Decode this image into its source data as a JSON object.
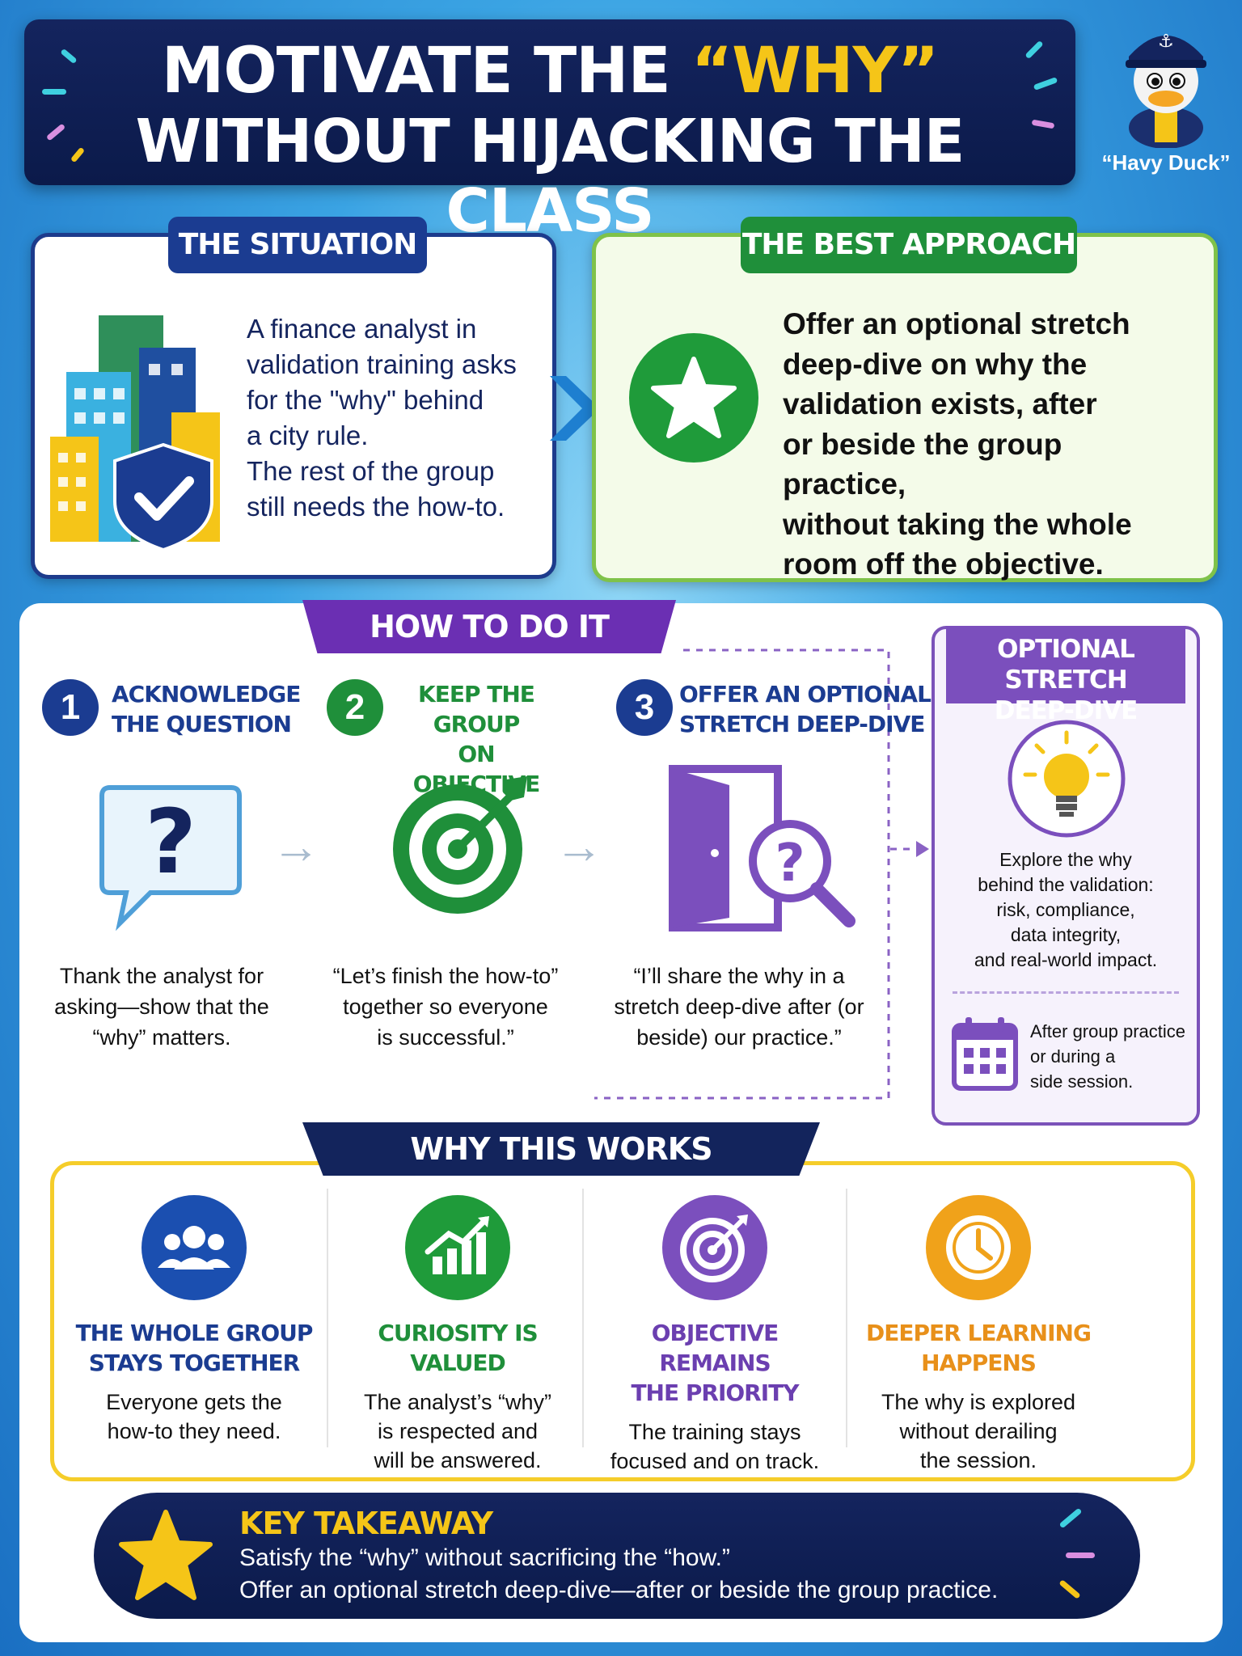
{
  "header": {
    "title_part1": "MOTIVATE THE ",
    "title_highlight": "“WHY”",
    "title_line2": "WITHOUT HIJACKING THE CLASS"
  },
  "mascot": {
    "name": "“Havy Duck”"
  },
  "situation": {
    "tab": "THE SITUATION",
    "lines": [
      "A finance analyst in",
      "validation training asks",
      "for the \"why\" behind",
      "a city rule.",
      "The rest of the group",
      "still needs the how-to."
    ]
  },
  "approach": {
    "tab": "THE BEST APPROACH",
    "lines": [
      "Offer an optional stretch",
      "deep-dive on why the",
      "validation exists, after",
      "or beside the group practice,",
      "without taking the whole",
      "room off the objective."
    ]
  },
  "how": {
    "ribbon": "HOW TO DO IT",
    "steps": [
      {
        "num": "1",
        "title1": "ACKNOWLEDGE",
        "title2": "THE QUESTION",
        "desc1": "Thank the analyst for",
        "desc2": "asking—show that the",
        "desc3": "“why” matters."
      },
      {
        "num": "2",
        "title1": "KEEP THE GROUP",
        "title2": "ON OBJECTIVE",
        "desc1": "“Let’s finish the how-to”",
        "desc2": "together so everyone",
        "desc3": "is successful.”"
      },
      {
        "num": "3",
        "title1": "OFFER AN OPTIONAL",
        "title2": "STRETCH DEEP-DIVE",
        "desc1": "“I’ll share the why in a",
        "desc2": "stretch deep-dive after (or",
        "desc3": "beside) our practice.”"
      }
    ]
  },
  "optional": {
    "head1": "OPTIONAL STRETCH",
    "head2": "DEEP-DIVE",
    "text": [
      "Explore the why",
      "behind the validation:",
      "risk, compliance,",
      "data integrity,",
      "and real-world impact."
    ],
    "sched": [
      "After group practice",
      "or during a",
      "side session."
    ]
  },
  "why": {
    "ribbon": "WHY THIS WORKS",
    "items": [
      {
        "t1": "THE WHOLE GROUP",
        "t2": "STAYS TOGETHER",
        "d": [
          "Everyone gets the",
          "how-to they need."
        ],
        "color": "#1b3c91"
      },
      {
        "t1": "CURIOSITY IS",
        "t2": "VALUED",
        "d": [
          "The analyst’s “why”",
          "is respected and",
          "will be answered."
        ],
        "color": "#1f8f3a"
      },
      {
        "t1": "OBJECTIVE REMAINS",
        "t2": "THE PRIORITY",
        "d": [
          "The training stays",
          "focused and on track."
        ],
        "color": "#6b3fb0"
      },
      {
        "t1": "DEEPER LEARNING",
        "t2": "HAPPENS",
        "d": [
          "The why is explored",
          "without derailing",
          "the session."
        ],
        "color": "#f0a21a"
      }
    ]
  },
  "takeaway": {
    "title": "KEY TAKEAWAY",
    "line1": "Satisfy the “why” without sacrificing the “how.”",
    "line2": "Offer an optional stretch deep-dive—after or beside the group practice."
  },
  "colors": {
    "navy": "#14245e",
    "green": "#1f8f3a",
    "purple": "#6b2fb3",
    "yellow": "#f5c518"
  }
}
